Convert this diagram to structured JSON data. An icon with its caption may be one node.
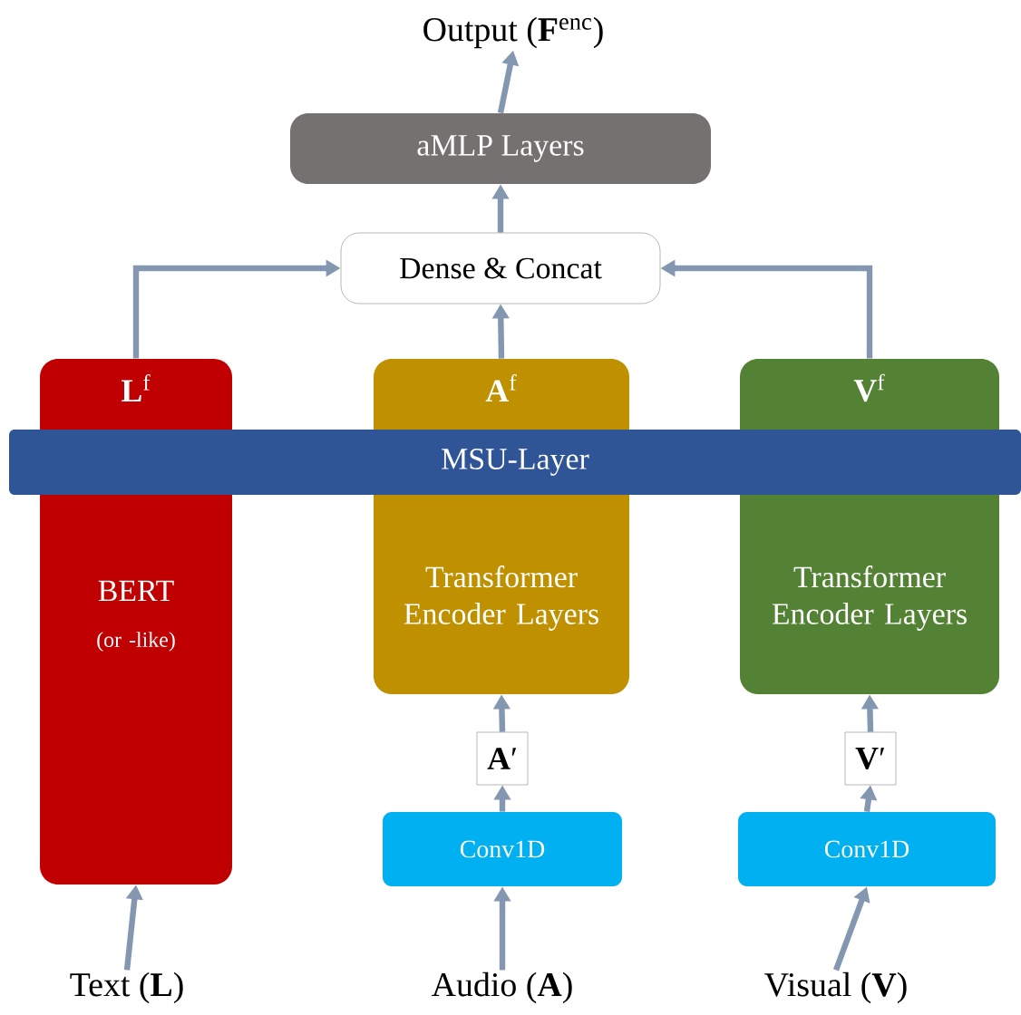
{
  "diagram": {
    "nodes": [
      {
        "text": [
          "Output (**F**$^{enc}$)"
        ]
      },
      {
        "text": [
          "aMLP Layers"
        ]
      },
      {
        "text": [
          "Dense & Concat"
        ]
      },
      {
        "text": [
          "**L**$^{f}$",
          "BERT",
          "(or -like)"
        ]
      },
      {
        "text": [
          "**A**$^{f}$",
          "Transformer Encoder Layers"
        ]
      },
      {
        "text": [
          "**V**$^{f}$",
          "Transformer Encoder Layers"
        ]
      },
      {
        "text": [
          "MSU-Layer"
        ]
      },
      {
        "text": [
          "**A**′"
        ]
      },
      {
        "text": [
          "**V**′"
        ]
      },
      {
        "text": [
          "Conv1D"
        ]
      },
      {
        "text": [
          "Conv1D"
        ]
      },
      {
        "text": [
          "Text (**L**)"
        ]
      },
      {
        "text": [
          "Audio (**A**)"
        ]
      },
      {
        "text": [
          "Visual (**V**)"
        ]
      }
    ],
    "edges": [
      {
        "from": 1,
        "to": 0,
        "arrow": "to"
      },
      {
        "from": 2,
        "to": 1,
        "arrow": "to"
      },
      {
        "from": 3,
        "to": 2,
        "arrow": "to"
      },
      {
        "from": 4,
        "to": 2,
        "arrow": "to"
      },
      {
        "from": 5,
        "to": 2,
        "arrow": "to"
      },
      {
        "from": 7,
        "to": 4,
        "arrow": "to"
      },
      {
        "from": 9,
        "to": 7,
        "arrow": "to"
      },
      {
        "from": 8,
        "to": 5,
        "arrow": "to"
      },
      {
        "from": 10,
        "to": 8,
        "arrow": "to"
      },
      {
        "from": 11,
        "to": 3,
        "arrow": "to"
      },
      {
        "from": 12,
        "to": 9,
        "arrow": "to"
      },
      {
        "from": 13,
        "to": 10,
        "arrow": "to"
      }
    ]
  }
}
